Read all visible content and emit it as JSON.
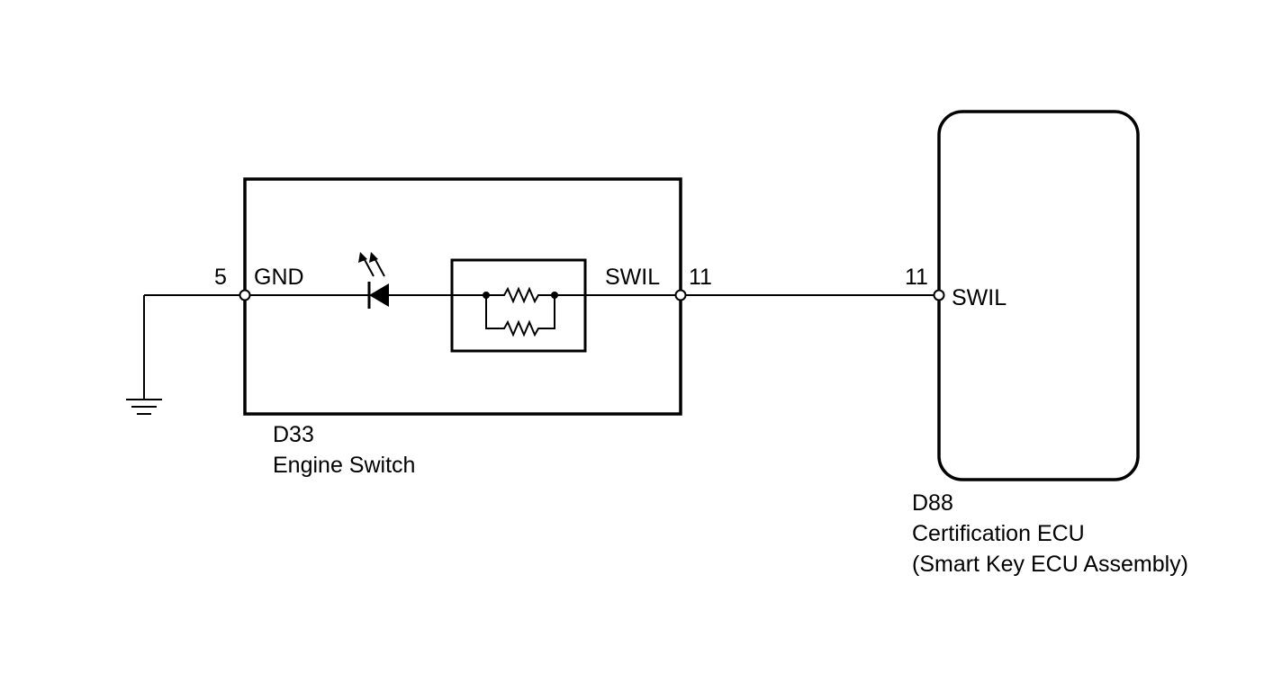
{
  "engine_switch": {
    "code": "D33",
    "name": "Engine Switch",
    "pin_gnd_number": "5",
    "pin_gnd_label": "GND",
    "pin_swil_number": "11",
    "pin_swil_label": "SWIL"
  },
  "certification_ecu": {
    "code": "D88",
    "name": "Certification ECU",
    "subname": "(Smart Key ECU Assembly)",
    "pin_number": "11",
    "pin_label": "SWIL"
  },
  "symbols": {
    "ground": "ground-icon",
    "led": "led-icon",
    "resistor": "resistor-icon"
  },
  "colors": {
    "line": "#000000",
    "background": "#ffffff"
  }
}
